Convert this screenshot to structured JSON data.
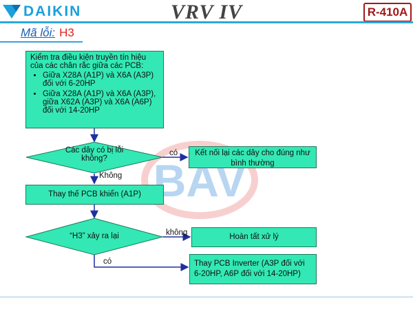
{
  "header": {
    "brand": "DAIKIN",
    "product": "VRV IV",
    "badge": "R-410A"
  },
  "title": {
    "label": "Mã lỗi:",
    "code": "H3"
  },
  "flow": {
    "check_box": {
      "intro": "Kiểm tra điều kiện truyền tín hiệu của các chân rắc giữa các PCB:",
      "bullets": [
        "Giữa X28A (A1P) và X6A (A3P) đối với 6-20HP",
        "Giữa X28A (A1P) và X6A (A3P), giữa X62A (A3P) và X6A (A6P) đối với 14-20HP"
      ]
    },
    "decision1": "Các dây có bị lỗi không?",
    "reconnect": "Kết nối lại các dây cho đúng như bình thường",
    "replace_pcb": "Thay thế PCB khiển (A1P)",
    "decision2": "“H3” xảy ra lại",
    "done": "Hoàn tất xử lý",
    "replace_inverter": "Thay PCB Inverter  (A3P đối với 6-20HP, A6P đối với 14-20HP)",
    "labels": {
      "d1_yes": "có",
      "d1_no": "Không",
      "d2_no": "không",
      "d2_yes": "có"
    }
  },
  "watermark": "BAV",
  "colors": {
    "box_fill": "#33e8b4",
    "brand_blue": "#1aa0dc",
    "badge_red": "#a01818"
  }
}
